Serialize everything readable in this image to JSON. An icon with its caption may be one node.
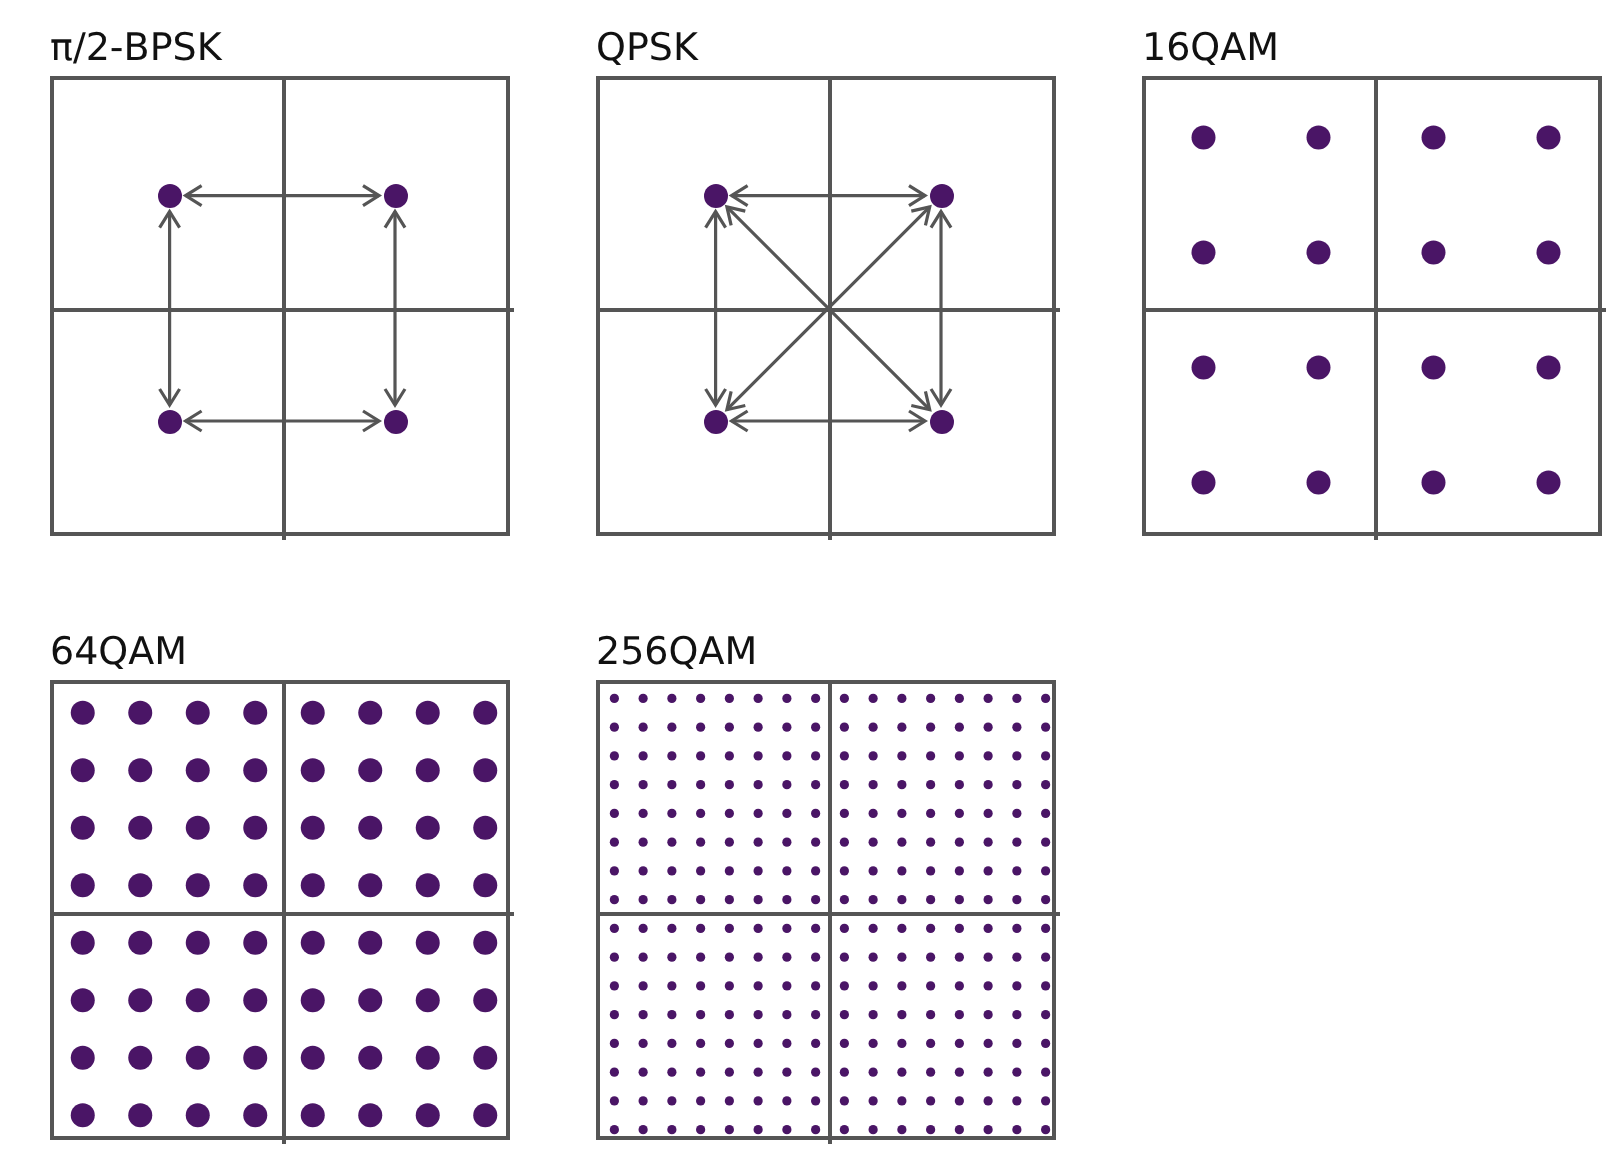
{
  "diagram": {
    "nodes": [
      {
        "text": [
          "π/2-BPSK"
        ]
      },
      {
        "text": [],
        "shape": "circle",
        "in": 0
      },
      {
        "text": [],
        "shape": "circle",
        "in": 0
      },
      {
        "text": [],
        "shape": "circle",
        "in": 0
      },
      {
        "text": [],
        "shape": "circle",
        "in": 0
      },
      {
        "text": [
          "QPSK"
        ]
      },
      {
        "text": [],
        "shape": "circle",
        "in": 5
      },
      {
        "text": [],
        "shape": "circle",
        "in": 5
      },
      {
        "text": [],
        "shape": "circle",
        "in": 5
      },
      {
        "text": [],
        "shape": "circle",
        "in": 5
      },
      {
        "text": [
          "16QAM"
        ]
      },
      {
        "text": [
          "64QAM"
        ]
      },
      {
        "text": [
          "256QAM"
        ]
      }
    ],
    "edges": [
      {
        "from": 1,
        "to": 2,
        "arrow": "both"
      },
      {
        "from": 1,
        "to": 3,
        "arrow": "both"
      },
      {
        "from": 2,
        "to": 4,
        "arrow": "both"
      },
      {
        "from": 3,
        "to": 4,
        "arrow": "both"
      },
      {
        "from": 6,
        "to": 7,
        "arrow": "both"
      },
      {
        "from": 6,
        "to": 8,
        "arrow": "both"
      },
      {
        "from": 7,
        "to": 9,
        "arrow": "both"
      },
      {
        "from": 8,
        "to": 9,
        "arrow": "both"
      },
      {
        "from": 6,
        "to": 9,
        "arrow": "both"
      },
      {
        "from": 7,
        "to": 8,
        "arrow": "both"
      }
    ]
  }
}
